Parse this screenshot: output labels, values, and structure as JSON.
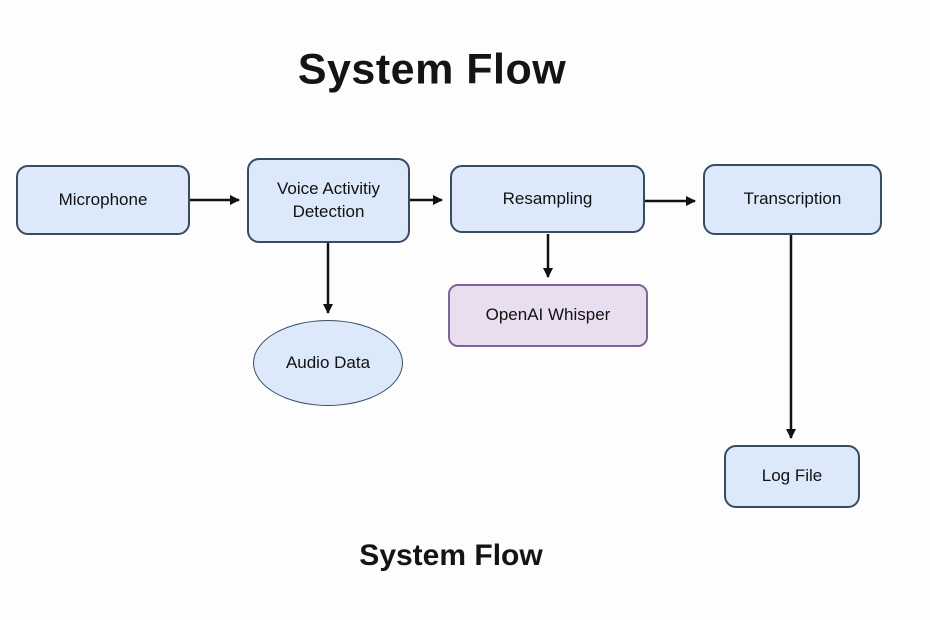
{
  "title": "System Flow",
  "caption": "System Flow",
  "nodes": {
    "microphone": {
      "label": "Microphone",
      "shape": "rounded-rect"
    },
    "vad": {
      "label": "Voice Activitiy\nDetection",
      "shape": "rounded-rect"
    },
    "resampling": {
      "label": "Resampling",
      "shape": "rounded-rect"
    },
    "transcription": {
      "label": "Transcription",
      "shape": "rounded-rect"
    },
    "whisper": {
      "label": "OpenAI Whisper",
      "shape": "rounded-rect"
    },
    "audio_data": {
      "label": "Audio Data",
      "shape": "ellipse"
    },
    "log_file": {
      "label": "Log File",
      "shape": "rounded-rect"
    }
  },
  "edges": [
    {
      "from": "microphone",
      "to": "vad"
    },
    {
      "from": "vad",
      "to": "resampling"
    },
    {
      "from": "resampling",
      "to": "transcription"
    },
    {
      "from": "vad",
      "to": "audio_data"
    },
    {
      "from": "resampling",
      "to": "whisper"
    },
    {
      "from": "transcription",
      "to": "log_file"
    }
  ],
  "colors": {
    "node_fill": "#dbe9fa",
    "node_border": "#3a4a63",
    "whisper_fill": "#e8def0",
    "whisper_border": "#7e6596",
    "arrow": "#111111",
    "text": "#111111",
    "background": "#fdfdfd"
  }
}
